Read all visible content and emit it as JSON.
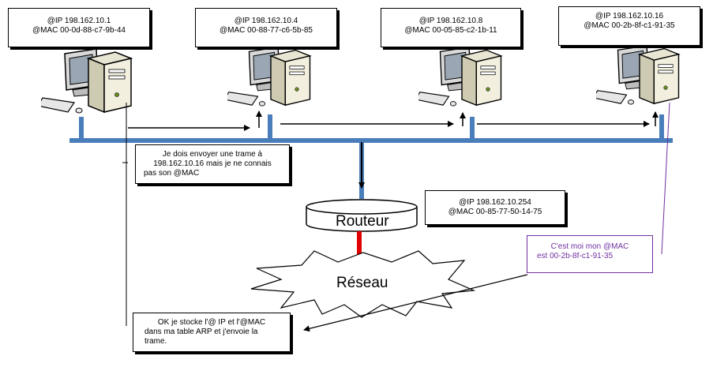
{
  "hosts": [
    {
      "ip": "@IP 198.162.10.1",
      "mac": "@MAC 00-0d-88-c7-9b-44"
    },
    {
      "ip": "@IP 198.162.10.4",
      "mac": "@MAC 00-88-77-c6-5b-85"
    },
    {
      "ip": "@IP 198.162.10.8",
      "mac": "@MAC 00-05-85-c2-1b-11"
    },
    {
      "ip": "@IP 198.162.10.16",
      "mac": "@MAC 00-2b-8f-c1-91-35"
    }
  ],
  "router": {
    "label": "Routeur",
    "ip": "@IP 198.162.10.254",
    "mac": "@MAC 00-85-77-50-14-75"
  },
  "network": {
    "label": "Réseau"
  },
  "messages": {
    "request": [
      "Je dois envoyer une trame à",
      "198.162.10.16 mais je ne connais",
      "pas son @MAC"
    ],
    "reply": [
      "C'est moi mon @MAC",
      "est 00-2b-8f-c1-91-35"
    ],
    "confirm": [
      "OK je stocke l'@ IP et l'@MAC",
      "dans ma table ARP et j'envoie la",
      "trame."
    ]
  },
  "colors": {
    "bus": "#4a7ebb",
    "router_link": "#e00000",
    "reply": "#7030a0"
  }
}
